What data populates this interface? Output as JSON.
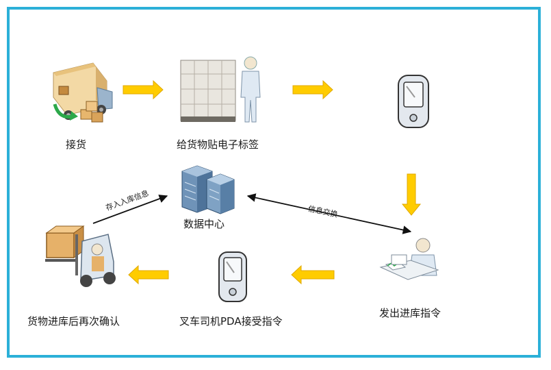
{
  "diagram": {
    "nodes": {
      "receive": "接货",
      "label_goods": "给货物贴电子标签",
      "data_center": "数据中心",
      "issue_command": "发出进库指令",
      "forklift_pda": "叉车司机PDA接受指令",
      "confirm": "货物进库后再次确认"
    },
    "edges": {
      "store_info": "存入入库信息",
      "info_exchange": "信息交换"
    }
  },
  "colors": {
    "frame": "#2bb0d8",
    "arrow_fill": "#ffcc00",
    "arrow_stroke": "#e0a800",
    "device": "#dde3ea"
  }
}
